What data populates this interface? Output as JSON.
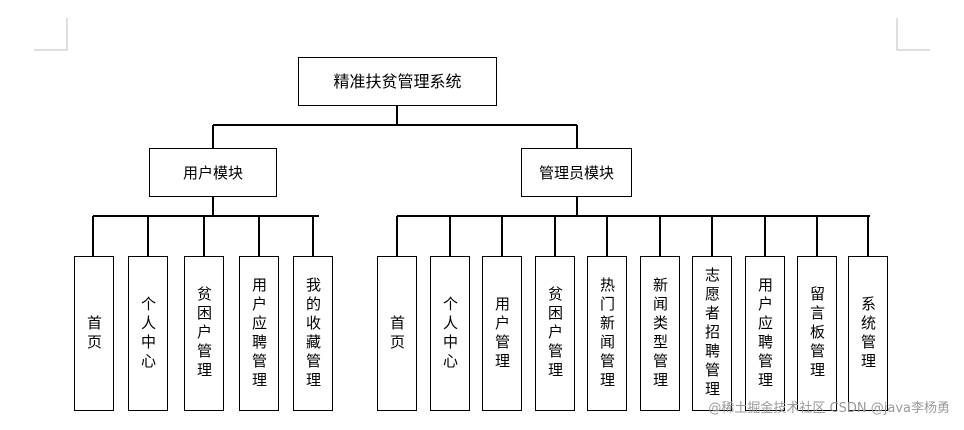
{
  "title": "精准扶贫管理系统",
  "modules": [
    {
      "label": "用户模块",
      "items": [
        "首页",
        "个人中心",
        "贫困户管理",
        "用户应聘管理",
        "我的收藏管理"
      ]
    },
    {
      "label": "管理员模块",
      "items": [
        "首页",
        "个人中心",
        "用户管理",
        "贫困户管理",
        "热门新闻管理",
        "新闻类型管理",
        "志愿者招聘管理",
        "用户应聘管理",
        "留言板管理",
        "系统管理"
      ]
    }
  ],
  "watermark": "@稀土掘金技术社区 CSDN @java李杨勇"
}
